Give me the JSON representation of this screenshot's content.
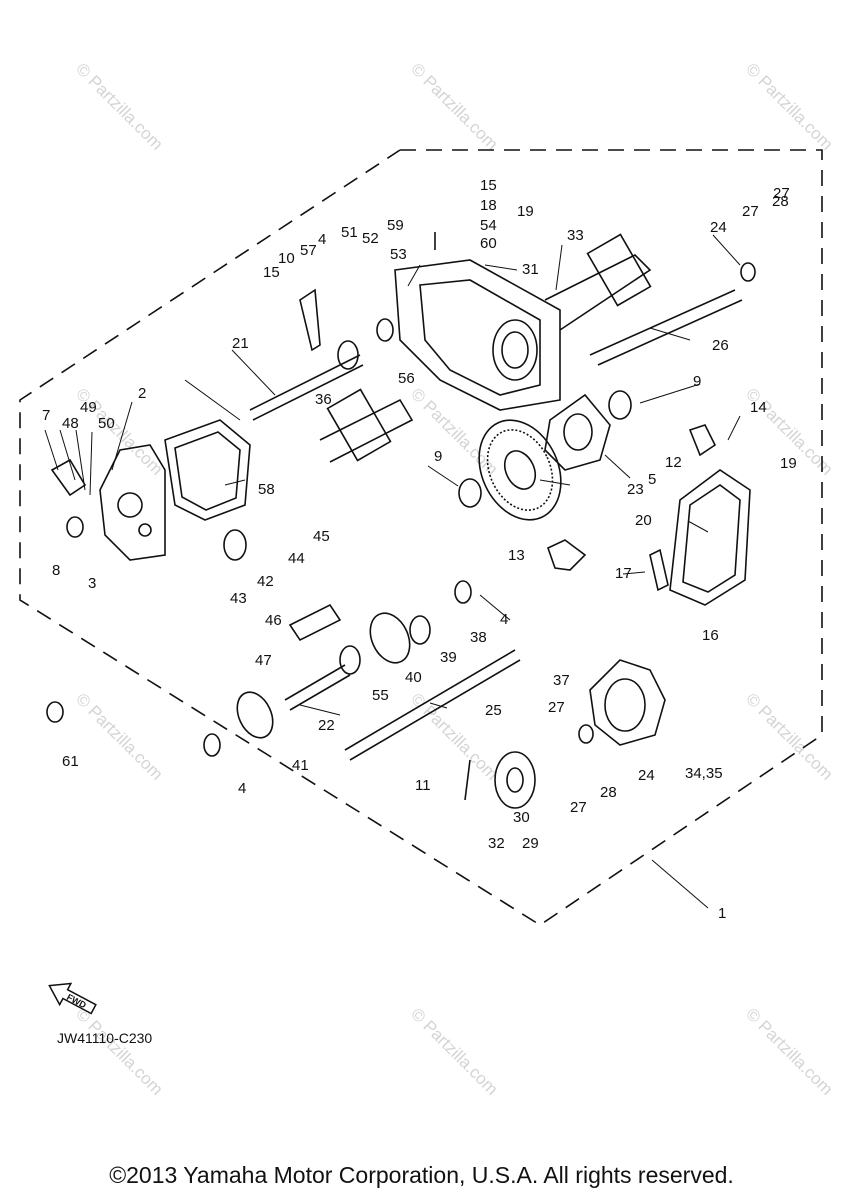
{
  "callouts": [
    "1",
    "2",
    "3",
    "4",
    "5",
    "7",
    "8",
    "9",
    "10",
    "11",
    "12",
    "13",
    "14",
    "15",
    "16",
    "17",
    "18",
    "19",
    "20",
    "21",
    "22",
    "23",
    "24",
    "25",
    "26",
    "27",
    "28",
    "29",
    "30",
    "31",
    "32",
    "33",
    "34,35",
    "36",
    "37",
    "38",
    "39",
    "40",
    "41",
    "42",
    "43",
    "44",
    "45",
    "46",
    "47",
    "48",
    "49",
    "50",
    "51",
    "52",
    "53",
    "54",
    "55",
    "56",
    "57",
    "58",
    "59",
    "60",
    "61"
  ],
  "watermark": "© Partzilla.com",
  "fwd_label": "FWD",
  "drawing_code": "JW41110-C230",
  "copyright": "©2013 Yamaha Motor Corporation, U.S.A. All rights reserved.",
  "colors": {
    "ink": "#111111",
    "watermark": "#d4d4d4",
    "background": "#ffffff"
  }
}
